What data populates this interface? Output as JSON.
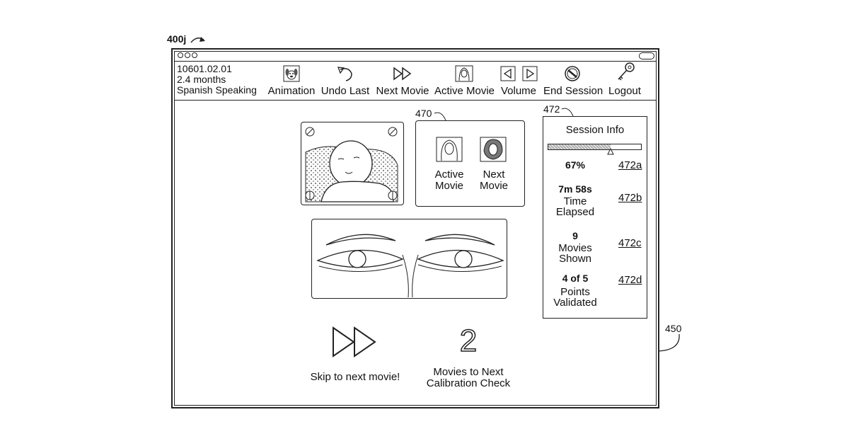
{
  "figure_label": "400j",
  "window_ref": "450",
  "subject": {
    "id": "10601.02.01",
    "age": "2.4 months",
    "language": "Spanish Speaking"
  },
  "toolbar": {
    "animation": "Animation",
    "undo_last": "Undo Last",
    "next_movie": "Next Movie",
    "active_movie": "Active Movie",
    "volume": "Volume",
    "end_session": "End Session",
    "logout": "Logout"
  },
  "movie_panel": {
    "ref": "470",
    "active_label": "Active Movie",
    "next_label": "Next Movie"
  },
  "session_info": {
    "ref": "472",
    "title": "Session Info",
    "progress_fraction": 0.67,
    "rows": [
      {
        "value": "67%",
        "label": "",
        "ref": "472a"
      },
      {
        "value": "7m 58s",
        "label": "Time Elapsed",
        "ref": "472b"
      },
      {
        "value": "9",
        "label": "Movies Shown",
        "ref": "472c"
      },
      {
        "value": "4 of 5",
        "label": "Points Validated",
        "ref": "472d"
      }
    ]
  },
  "skip": {
    "label": "Skip to next movie!"
  },
  "calibration": {
    "count": "2",
    "label": "Movies to Next Calibration Check"
  }
}
